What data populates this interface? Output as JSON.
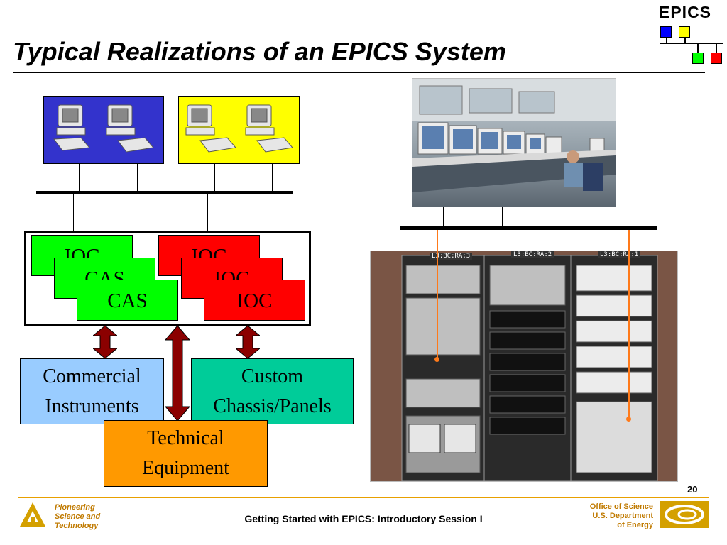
{
  "slide": {
    "title": "Typical Realizations of an EPICS System",
    "logo_text": "EPICS",
    "page_number": "20"
  },
  "diagram": {
    "ioc_cards": [
      {
        "label": "IOC",
        "color": "green"
      },
      {
        "label": "CAS",
        "color": "green"
      },
      {
        "label": "CAS",
        "color": "green"
      },
      {
        "label": "IOC",
        "color": "red"
      },
      {
        "label": "IOC",
        "color": "red"
      },
      {
        "label": "IOC",
        "color": "red"
      }
    ],
    "boxes": {
      "commercial": {
        "line1": "Commercial",
        "line2": "Instruments"
      },
      "custom": {
        "line1": "Custom",
        "line2": "Chassis/Panels"
      },
      "technical": {
        "line1": "Technical",
        "line2": "Equipment"
      }
    },
    "rack_labels": [
      "L3:BC:RA:3",
      "L3:BC:RA:2",
      "L3:BC:RA:1"
    ],
    "colors": {
      "blue_workstations": "#3333cc",
      "yellow_workstations": "#ffff00",
      "ioc_green": "#00ff00",
      "ioc_red": "#ff0000",
      "commercial_box": "#99ccff",
      "custom_box": "#00cc99",
      "technical_box": "#ff9900",
      "arrow": "#8b0000",
      "orange_line": "#ff7a1a"
    }
  },
  "footer": {
    "left": [
      "Pioneering",
      "Science and",
      "Technology"
    ],
    "center": "Getting Started with EPICS: Introductory Session I",
    "right": [
      "Office of Science",
      "U.S. Department",
      "of Energy"
    ]
  }
}
